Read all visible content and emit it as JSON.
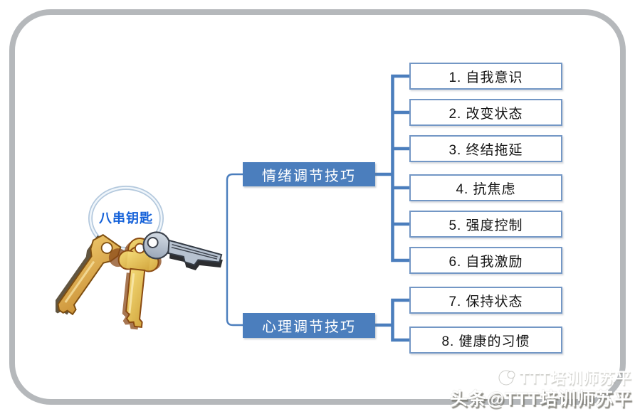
{
  "colors": {
    "accent_blue": "#4b7ebd",
    "item_border_blue": "#7397c5",
    "frame_gray": "#b5b8bb",
    "key_label_blue": "#1461d9",
    "gold_key": "#e3b856",
    "silver_key": "#b7c2d0"
  },
  "keyring": {
    "label": "八串钥匙"
  },
  "tree": {
    "branches": [
      {
        "label": "情绪调节技巧",
        "children": [
          "1. 自我意识",
          "2. 改变状态",
          "3. 终结拖延",
          "4. 抗焦虑",
          "5. 强度控制",
          "6. 自我激励"
        ]
      },
      {
        "label": "心理调节技巧",
        "children": [
          "7. 保持状态",
          "8. 健康的习惯"
        ]
      }
    ]
  },
  "watermark": {
    "line1": "TTT培训师苏平",
    "line2": "头条@TTT培训师苏平",
    "logo": "toutiao-avatar-logo"
  }
}
